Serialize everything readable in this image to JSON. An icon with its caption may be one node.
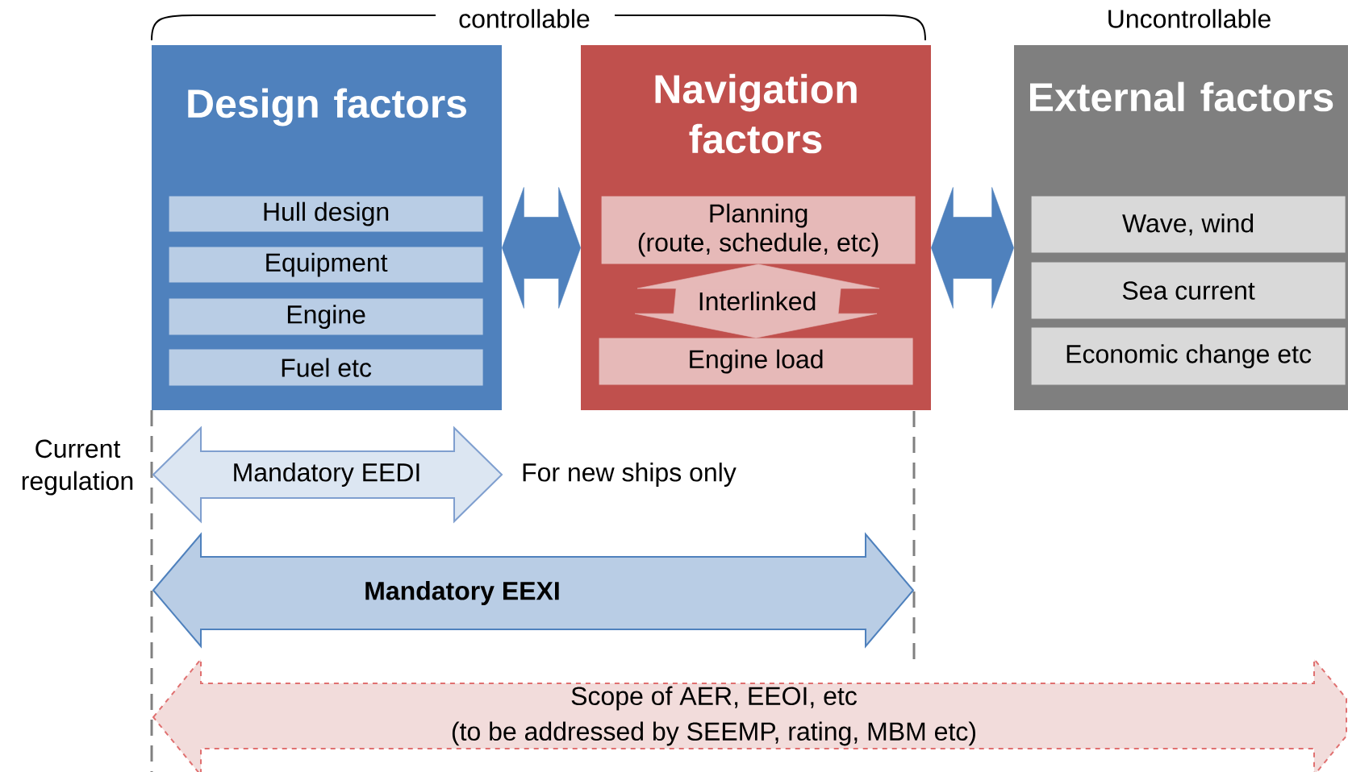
{
  "diagram": {
    "nodes": [
      {
        "text": [
          "Design factors"
        ]
      },
      {
        "text": [
          "Hull design"
        ],
        "in": 0
      },
      {
        "text": [
          "Equipment"
        ],
        "in": 0
      },
      {
        "text": [
          "Engine"
        ],
        "in": 0
      },
      {
        "text": [
          "Fuel etc"
        ],
        "in": 0
      },
      {
        "text": [
          "Navigation factors"
        ]
      },
      {
        "text": [
          "Planning",
          "(route, schedule, etc)"
        ],
        "in": 5
      },
      {
        "text": [
          "Engine load"
        ],
        "in": 5
      },
      {
        "text": [
          "External factors"
        ]
      },
      {
        "text": [
          "Wave, wind"
        ],
        "in": 8
      },
      {
        "text": [
          "Sea current"
        ],
        "in": 8
      },
      {
        "text": [
          "Economic change etc"
        ],
        "in": 8
      },
      {
        "text": [
          "Mandatory EEDI"
        ]
      },
      {
        "text": [
          "Mandatory EEXI"
        ]
      },
      {
        "text": [
          "Scope of AER, EEOI, etc",
          "(to be addressed by SEEMP, rating, MBM etc)"
        ]
      }
    ],
    "edges": [
      {
        "from": 0,
        "to": 5,
        "arrow": "both",
        "style": "thick"
      },
      {
        "from": 5,
        "to": 8,
        "arrow": "both",
        "style": "thick"
      },
      {
        "from": 6,
        "to": 7,
        "arrow": "both",
        "label": "Interlinked",
        "color": "#e6b9b8",
        "style": "thick"
      }
    ],
    "labels": [
      "controllable",
      "Uncontrollable",
      "Current regulation",
      "For new ships only"
    ]
  }
}
